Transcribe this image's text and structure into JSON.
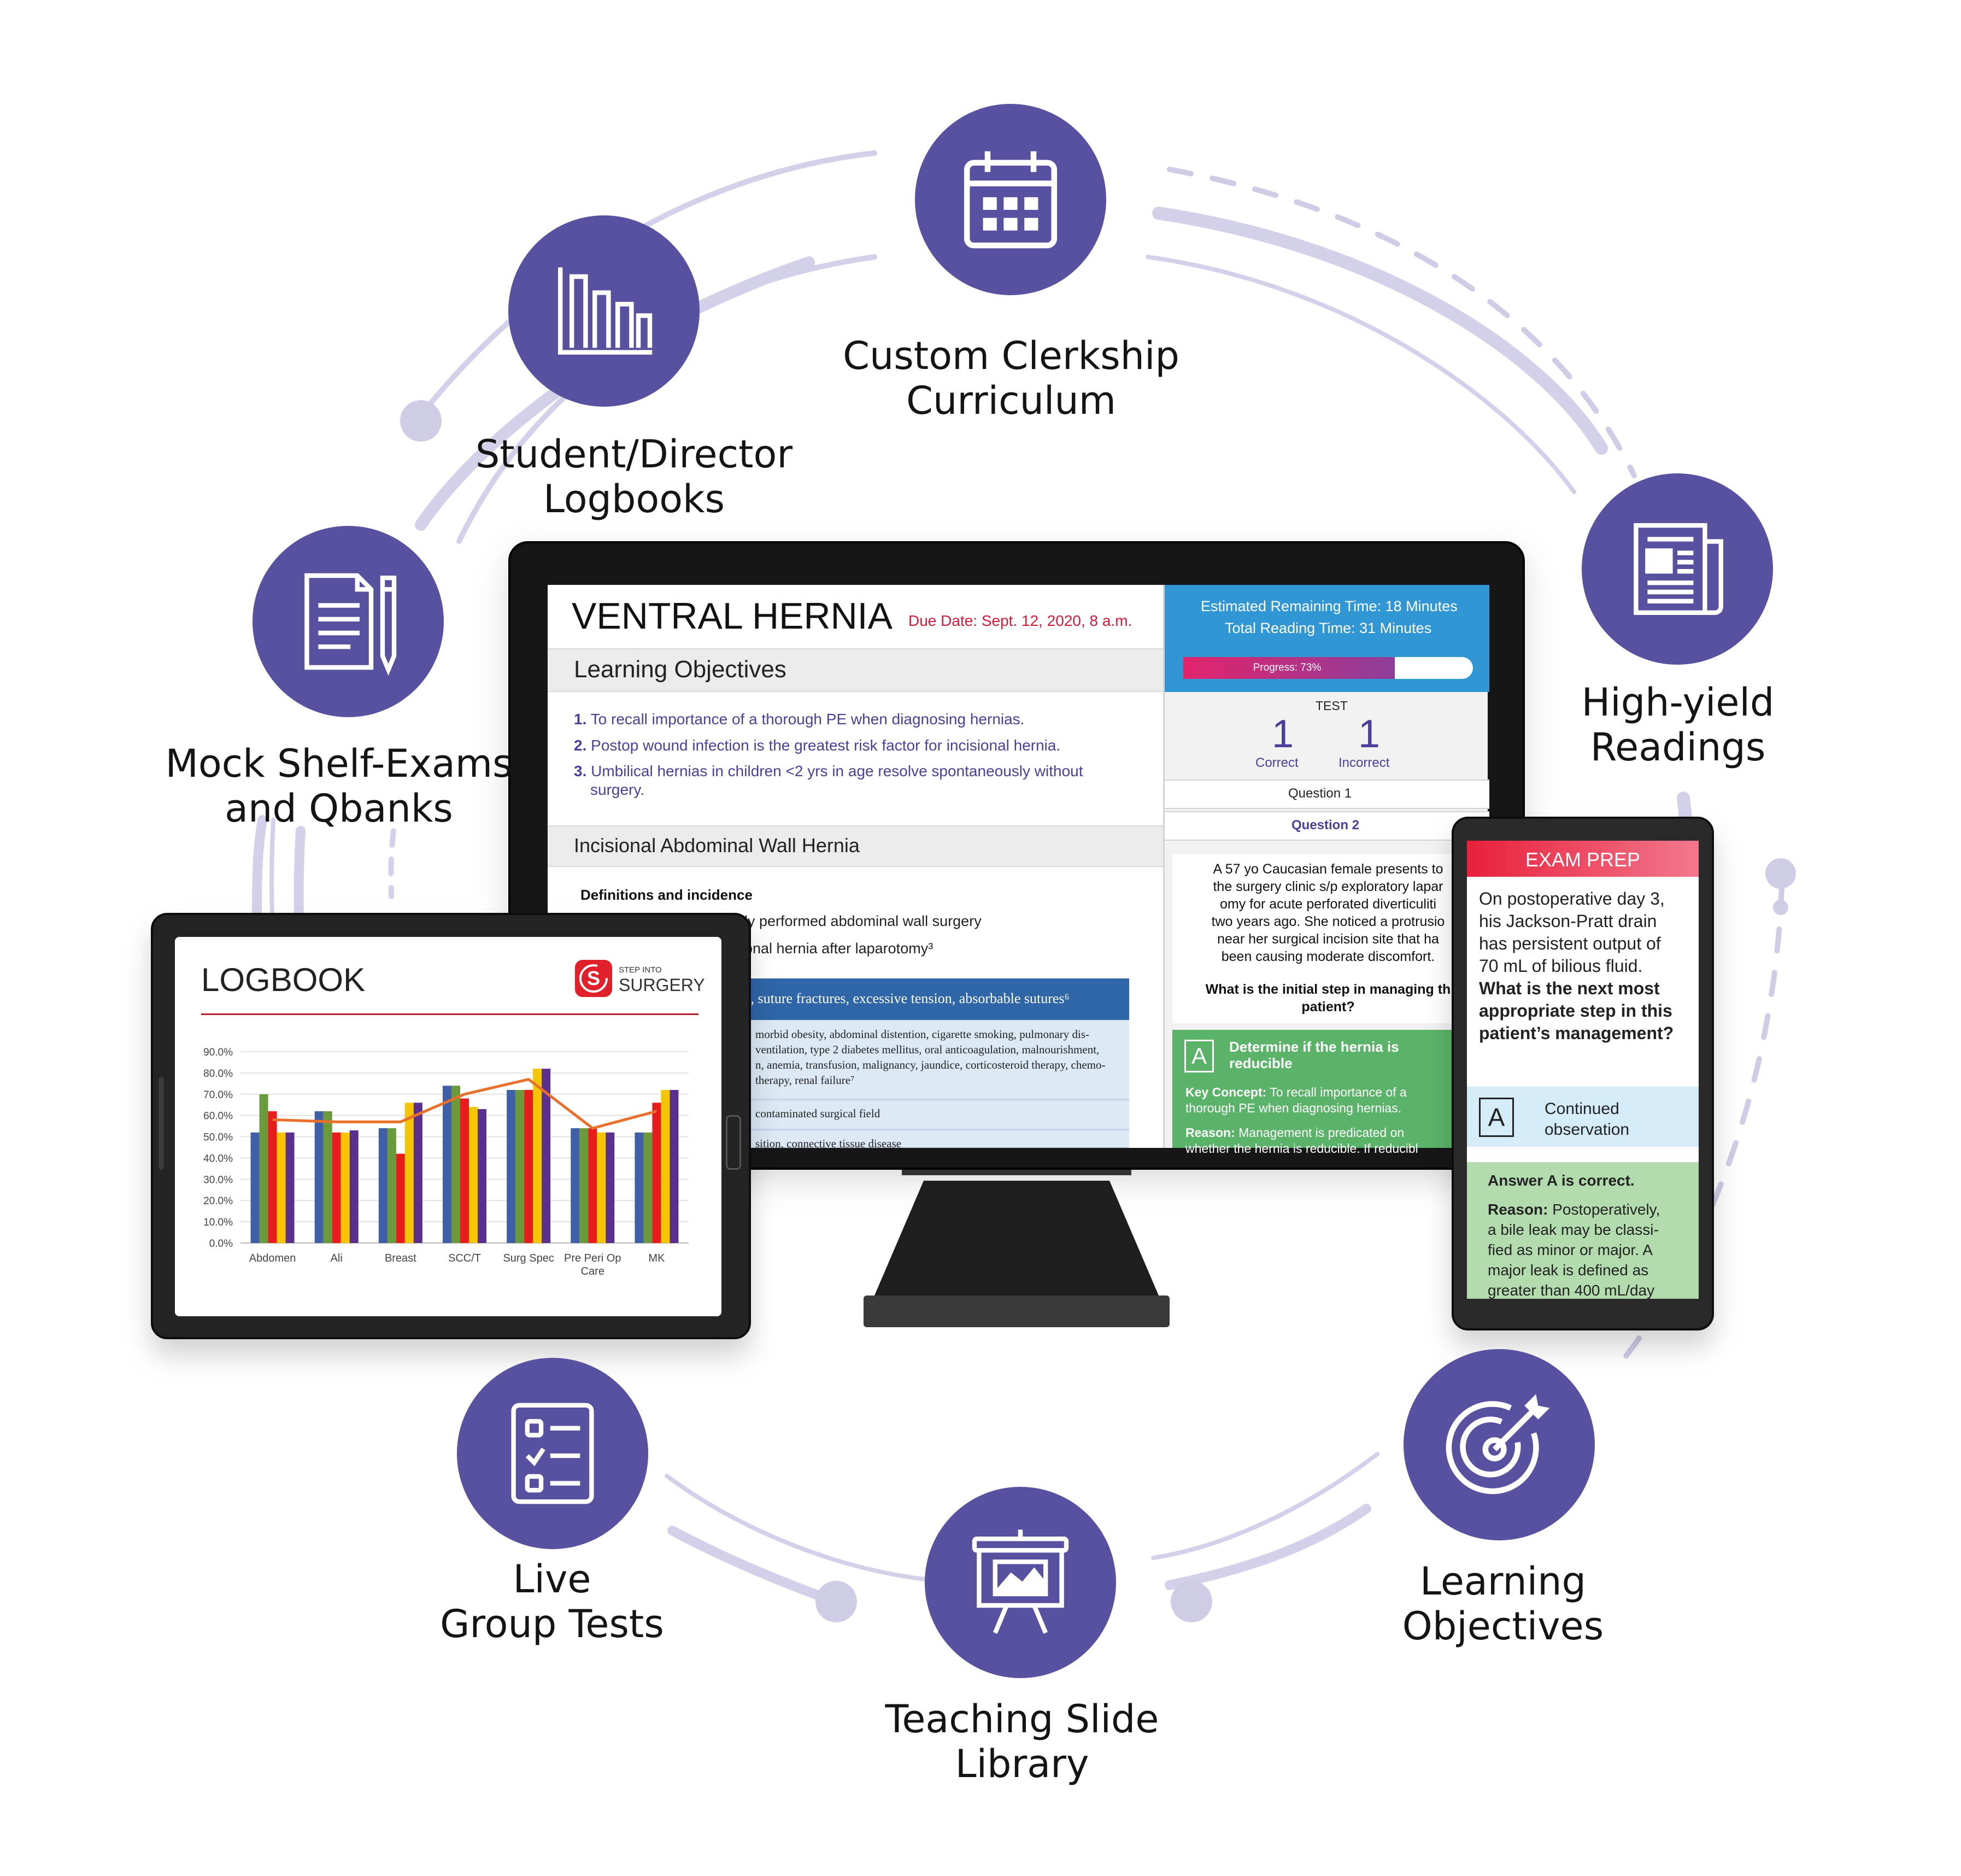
{
  "features": [
    {
      "label": "Custom Clerkship Curriculum",
      "line1": "Custom Clerkship",
      "line2": "Curriculum",
      "icon": "calendar-icon"
    },
    {
      "label": "Student/Director Logbooks",
      "line1": "Student/Director",
      "line2": "Logbooks",
      "icon": "bar-chart-icon"
    },
    {
      "label": "Mock Shelf-Exams and Qbanks",
      "line1": "Mock Shelf-Exams",
      "line2": "and Qbanks",
      "icon": "document-pencil-icon"
    },
    {
      "label": "High-yield Readings",
      "line1": "High-yield",
      "line2": "Readings",
      "icon": "newspaper-icon"
    },
    {
      "label": "Live Group Tests",
      "line1": "Live",
      "line2": "Group Tests",
      "icon": "checklist-icon"
    },
    {
      "label": "Teaching Slide Library",
      "line1": "Teaching Slide",
      "line2": "Library",
      "icon": "presentation-icon"
    },
    {
      "label": "Learning Objectives",
      "line1": "Learning",
      "line2": "Objectives",
      "icon": "target-icon"
    }
  ],
  "monitor": {
    "title": "VENTRAL HERNIA",
    "due_date": "Due Date: Sept. 12, 2020, 8 a.m.",
    "objectives_heading": "Learning Objectives",
    "objectives": [
      {
        "num": "1.",
        "text": "To recall importance of a thorough PE when diagnosing hernias."
      },
      {
        "num": "2.",
        "text": "Postop wound infection is the greatest risk factor for incisional hernia."
      },
      {
        "num": "3.",
        "text": "Umbilical hernias in children <2 yrs in age resolve spontaneously without",
        "text2": "surgery."
      }
    ],
    "section_heading": "Incisional Abdominal Wall Hernia",
    "subsection": "Definitions and incidence",
    "bullets": [
      "ly performed abdominal wall surgery",
      "onal hernia after laparotomy³"
    ],
    "table_header": "e, suture fractures, excessive tension, absorbable sutures⁶",
    "table_rows": [
      "morbid obesity, abdominal distention, cigarette smoking, pulmonary dis-",
      "ventilation, type 2 diabetes mellitus, oral anticoagulation, malnourishment,",
      "n, anemia, transfusion, malignancy, jaundice, corticosteroid therapy, chemo-",
      "therapy, renal failure⁷",
      "contaminated surgical field",
      "sition, connective tissue disease"
    ],
    "remaining_time": "Estimated Remaining Time: 18 Minutes",
    "total_time": "Total Reading Time: 31 Minutes",
    "progress_label": "Progress: 73%",
    "progress": 73,
    "test_label": "TEST",
    "correct_count": "1",
    "correct_label": "Correct",
    "incorrect_count": "1",
    "incorrect_label": "Incorrect",
    "question1": "Question 1",
    "question2": "Question 2",
    "case_lines": [
      "A 57 yo Caucasian female presents to",
      "the surgery clinic s/p exploratory lapar",
      "omy for acute perforated diverticuliti",
      "two years ago. She noticed a protrusio",
      "near her surgical incision site that ha",
      "been causing moderate discomfort."
    ],
    "question_line1": "What is the initial step in managing th",
    "question_line2": "patient?",
    "answer_letter": "A",
    "answer_line1": "Determine if the hernia is",
    "answer_line2": "reducible",
    "key_concept_label": "Key Concept:",
    "key_concept_line1": " To recall importance of a",
    "key_concept_line2": "thorough PE when diagnosing hernias.",
    "reason_label": "Reason:",
    "reason_line1": " Management is predicated on",
    "reason_line2": "whether the hernia is reducible. If reducibl"
  },
  "tablet": {
    "title": "LOGBOOK",
    "brand_small": "STEP INTO",
    "brand_large": "SURGERY"
  },
  "phone": {
    "header": "EXAM PREP",
    "question_lines": [
      "On postoperative day 3,",
      "his Jackson-Pratt drain",
      "has persistent output of",
      "70 mL of bilious fluid."
    ],
    "bold_lines": [
      "What is the next most",
      "appropriate step in this",
      "patient’s management?"
    ],
    "answer_letter": "A",
    "answer_line1": "Continued",
    "answer_line2": "observation",
    "result": "Answer A is correct.",
    "reason_label": "Reason:",
    "reason_lines": [
      " Postoperatively,",
      "a bile leak may be classi-",
      "fied as minor or major. A",
      "major leak is defined as",
      "greater than 400 mL/day"
    ]
  },
  "chart_data": {
    "type": "bar",
    "categories": [
      "Abdomen",
      "Ali",
      "Breast",
      "SCC/T",
      "Surg Spec",
      "Pre Peri Op Care",
      "MK"
    ],
    "category_lines": [
      [
        "Abdomen"
      ],
      [
        "Ali"
      ],
      [
        "Breast"
      ],
      [
        "SCC/T"
      ],
      [
        "Surg Spec"
      ],
      [
        "Pre Peri Op",
        "Care"
      ],
      [
        "MK"
      ]
    ],
    "series": [
      {
        "color": "#3f5fa6",
        "values": [
          52,
          62,
          54,
          74,
          72,
          54,
          52
        ]
      },
      {
        "color": "#6a9a3a",
        "values": [
          70,
          62,
          54,
          74,
          72,
          54,
          52
        ]
      },
      {
        "color": "#e81c1c",
        "values": [
          62,
          52,
          42,
          68,
          72,
          54,
          66
        ]
      },
      {
        "color": "#f5c500",
        "values": [
          52,
          52,
          66,
          64,
          82,
          52,
          72
        ]
      },
      {
        "color": "#5b2f8c",
        "values": [
          52,
          53,
          66,
          63,
          82,
          52,
          72
        ]
      }
    ],
    "line": {
      "color": "#e8702a",
      "values": [
        58,
        57,
        57,
        70,
        77,
        54,
        62
      ]
    },
    "yticks": [
      "0.0%",
      "10.0%",
      "20.0%",
      "30.0%",
      "40.0%",
      "50.0%",
      "60.0%",
      "70.0%",
      "80.0%",
      "90.0%"
    ],
    "ylim": [
      0,
      90
    ]
  }
}
